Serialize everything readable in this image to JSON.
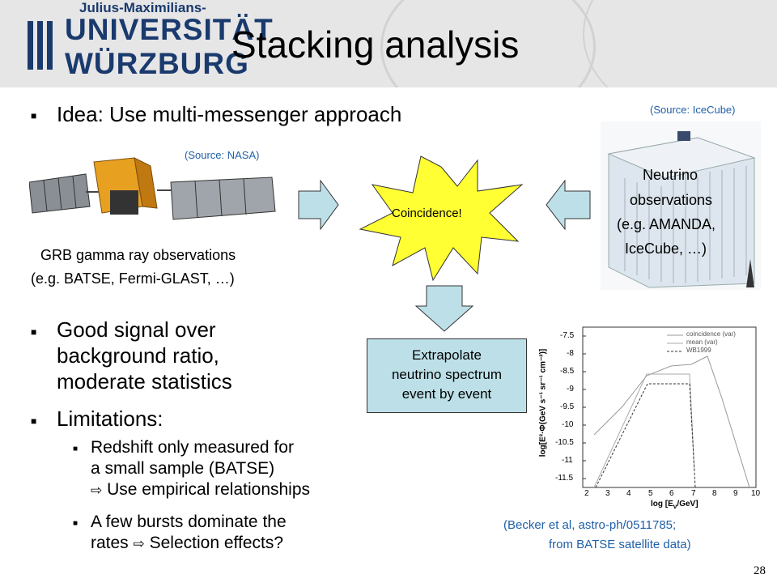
{
  "header": {
    "logo_sub": "Julius-Maximilians-",
    "logo_line1": "UNIVERSITÄT",
    "logo_line2": "WÜRZBURG",
    "title": "Stacking analysis"
  },
  "bullets": {
    "idea": "Idea: Use multi-messenger approach",
    "good_signal_1": "Good signal over",
    "good_signal_2": "background ratio,",
    "good_signal_3": "moderate statistics",
    "limitations": "Limitations:",
    "sub1_1": "Redshift only measured for",
    "sub1_2": "a small sample (BATSE)",
    "sub1_3": "Use empirical relationships",
    "sub2_1": "A few bursts dominate the",
    "sub2_2": "rates",
    "sub2_3": "Selection effects?"
  },
  "sources": {
    "nasa": "(Source: NASA)",
    "icecube": "(Source: IceCube)",
    "becker_1": "(Becker et al, astro-ph/0511785;",
    "becker_2": "from BATSE satellite data)"
  },
  "grb": {
    "line1": "GRB gamma ray observations",
    "line2": "(e.g. BATSE, Fermi-GLAST, …)"
  },
  "neutrino": {
    "line1": "Neutrino",
    "line2": "observations",
    "line3": "(e.g. AMANDA,",
    "line4": "IceCube, …)"
  },
  "coincidence": "Coincidence!",
  "extrapolate": {
    "line1": "Extrapolate",
    "line2": "neutrino spectrum",
    "line3": "event by event"
  },
  "plot": {
    "ylabel": "log[E²·Φ(GeV s⁻¹ sr⁻¹ cm⁻²)]",
    "xlabel": "log [E",
    "xlabel_sub": "ν",
    "xlabel_end": "/GeV]",
    "xticks": [
      "2",
      "3",
      "4",
      "5",
      "6",
      "7",
      "8",
      "9",
      "10"
    ],
    "yticks": [
      "-7.5",
      "-8",
      "-8.5",
      "-9",
      "-9.5",
      "-10",
      "-10.5",
      "-11",
      "-11.5"
    ],
    "legend": [
      "coincidence (var)",
      "mean (var)",
      "WB1999"
    ]
  },
  "page_number": "28",
  "colors": {
    "header_bg": "#e6e6e6",
    "logo_blue": "#1a3a6e",
    "source_blue": "#1f5fa8",
    "arrow_fill": "#bde0e8",
    "starburst_fill": "#ffff33"
  },
  "icons": {
    "bullet": "square-bullet-icon",
    "arrow_right_small": "hollow-right-arrow-icon"
  }
}
